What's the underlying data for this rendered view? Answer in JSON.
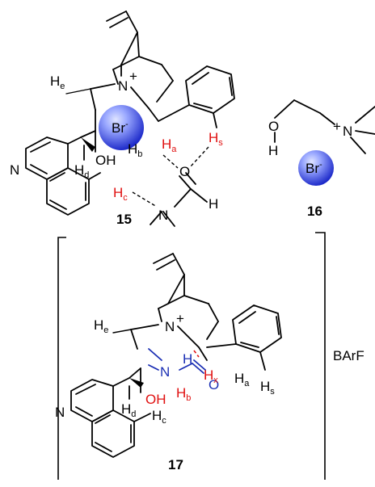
{
  "compounds": {
    "c15": "15",
    "c16": "16",
    "c17": "17"
  },
  "atoms": {
    "N": "N",
    "O": "O",
    "H": "H",
    "OH": "OH",
    "Br": "Br",
    "plus": "+",
    "minus": "-",
    "counterion": "BArF"
  },
  "subscripts": {
    "a": "a",
    "b": "b",
    "c": "c",
    "d": "d",
    "e": "e",
    "s": "s",
    "x": "x"
  },
  "colors": {
    "label_red": "#e01010",
    "label_blue": "#1b2fb4",
    "sphere_light": "#b9c3ff",
    "sphere_dark": "#1e2dd2"
  }
}
